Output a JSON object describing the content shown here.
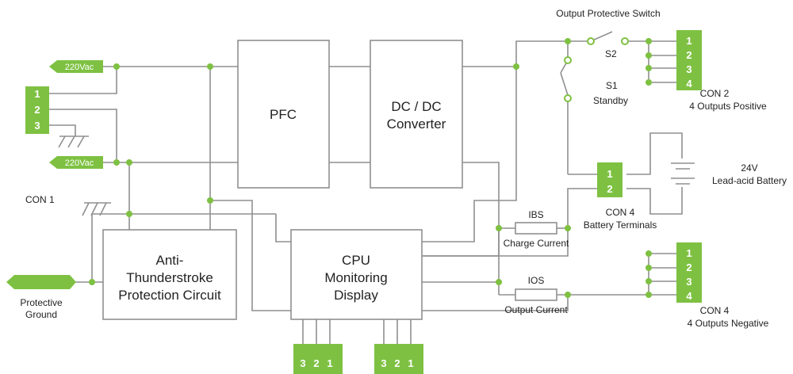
{
  "blocks": {
    "pfc": "PFC",
    "dcdc": [
      "DC / DC",
      "Converter"
    ],
    "cpu": [
      "CPU",
      "Monitoring",
      "Display"
    ],
    "anti": [
      "Anti-",
      "Thunderstroke",
      "Protection Circuit"
    ]
  },
  "ac_tags": {
    "top": "220Vac",
    "bottom": "220Vac"
  },
  "con1": {
    "label": "CON 1",
    "pins": [
      "1",
      "2",
      "3"
    ]
  },
  "protective_ground": [
    "Protective",
    "Ground"
  ],
  "output_switch": {
    "title": "Output Protective Switch",
    "s2": "S2",
    "s1": "S1",
    "standby": "Standby"
  },
  "con2": {
    "pins": [
      "1",
      "2",
      "3",
      "4"
    ],
    "label": [
      "CON 2",
      "4 Outputs Positive"
    ]
  },
  "battery": {
    "voltage": "24V",
    "type": "Lead-acid Battery"
  },
  "con4_battery": {
    "pins": [
      "1",
      "2"
    ],
    "label": [
      "CON 4",
      "Battery Terminals"
    ]
  },
  "ibs": {
    "name": "IBS",
    "desc": "Charge Current"
  },
  "ios": {
    "name": "IOS",
    "desc": "Output Current"
  },
  "con4_neg": {
    "pins": [
      "1",
      "2",
      "3",
      "4"
    ],
    "label": [
      "CON 4",
      "4 Outputs Negative"
    ]
  },
  "bottom_conn_left": [
    "3",
    "2",
    "1"
  ],
  "bottom_conn_right": [
    "3",
    "2",
    "1"
  ],
  "colors": {
    "accent": "#7ec142",
    "wire": "#8f8f8f"
  }
}
